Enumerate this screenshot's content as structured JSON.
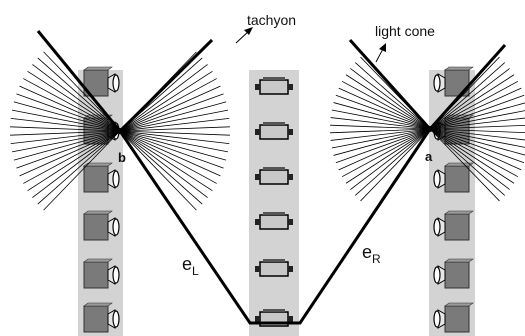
{
  "diagram": {
    "labels": {
      "tachyon": "tachyon",
      "light_cone": "light cone",
      "event_b": "b",
      "event_a": "a",
      "e_left_main": "e",
      "e_left_sub": "L",
      "e_right_main": "e",
      "e_right_sub": "R"
    },
    "columns": {
      "left_cameras": 6,
      "middle_cameras": 6,
      "right_cameras": 6
    },
    "colors": {
      "column_fill": "#d3d3d3",
      "camera_dark": "#7a7a7a",
      "camera_mid": "#c8c8c8",
      "line": "#000000"
    }
  }
}
